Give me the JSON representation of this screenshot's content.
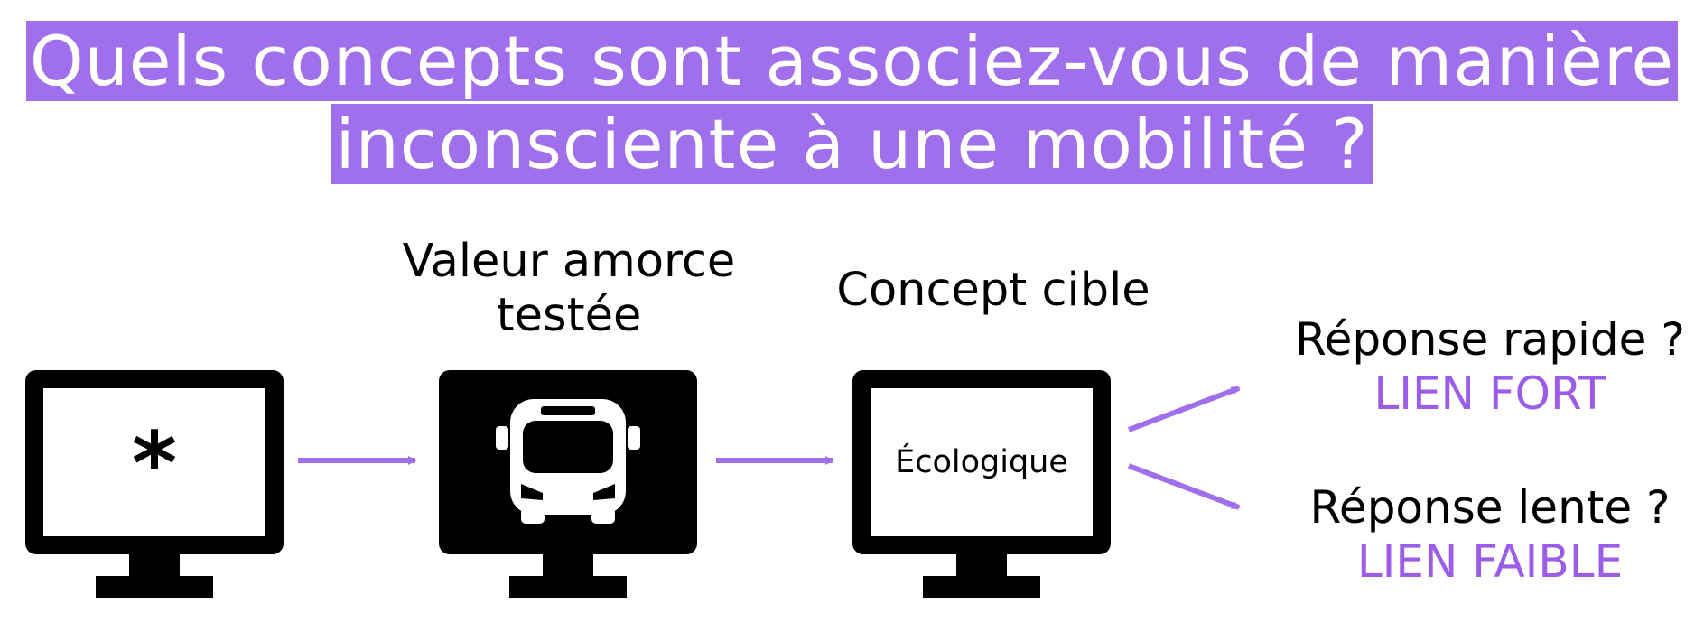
{
  "title": {
    "line1": "Quels concepts sont associez-vous de manière",
    "line2": "inconsciente à une mobilité ?"
  },
  "steps": {
    "fixation": {
      "symbol": "*"
    },
    "prime": {
      "caption_line1": "Valeur amorce",
      "caption_line2": "testée",
      "icon": "bus-icon"
    },
    "target": {
      "caption": "Concept cible",
      "word": "Écologique"
    }
  },
  "responses": {
    "fast": {
      "question": "Réponse rapide ?",
      "link": "LIEN FORT"
    },
    "slow": {
      "question": "Réponse lente ?",
      "link": "LIEN FAIBLE"
    }
  },
  "colors": {
    "accent": "#a070ec",
    "link_text": "#9b5de8",
    "arrow": "#a070ec",
    "monitor": "#000000"
  }
}
